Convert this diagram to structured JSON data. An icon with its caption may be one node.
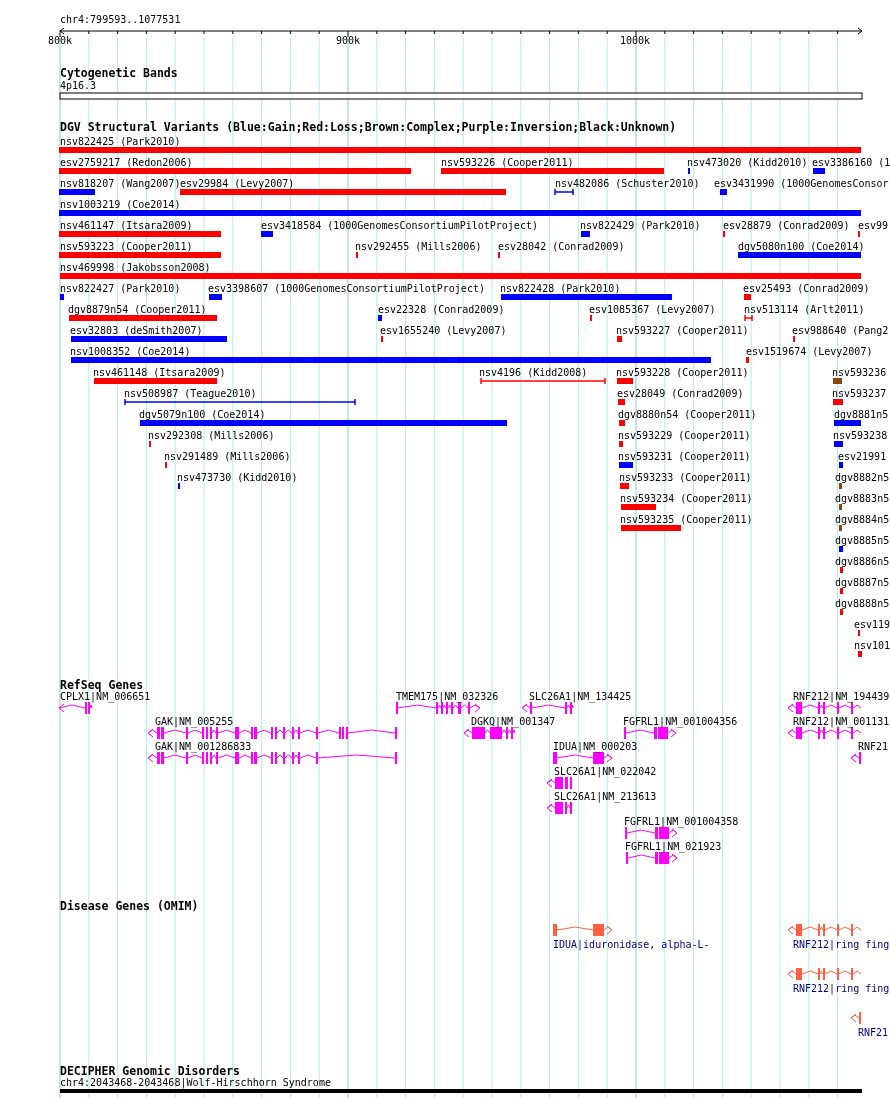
{
  "diagram": {
    "labels": [
      "chr4:799593..1077531",
      "800k",
      "900k",
      "1000k",
      "Cytogenetic Bands",
      "4p16.3",
      "DGV Structural Variants (Blue:Gain;Red:Loss;Brown:Complex;Purple:Inversion;Black:Unknown)",
      "nsv822425 (Park2010)",
      "esv2759217 (Redon2006)",
      "nsv593226 (Cooper2011)",
      "nsv473020 (Kidd2010)",
      "esv3386160 (1",
      "nsv818207 (Wang2007)",
      "esv29984 (Levy2007)",
      "nsv482086 (Schuster2010)",
      "esv3431990 (1000GenomesConsor",
      "nsv1003219 (Coe2014)",
      "nsv461147 (Itsara2009)",
      "esv3418584 (1000GenomesConsortiumPilotProject)",
      "nsv822429 (Park2010)",
      "esv28879 (Conrad2009)",
      "esv99",
      "nsv593223 (Cooper2011)",
      "nsv292455 (Mills2006)",
      "esv28042 (Conrad2009)",
      "dgv5080n100 (Coe2014)",
      "nsv469998 (Jakobsson2008)",
      "nsv822427 (Park2010)",
      "esv3398607 (1000GenomesConsortiumPilotProject)",
      "nsv822428 (Park2010)",
      "esv25493 (Conrad2009)",
      "dgv8879n54 (Cooper2011)",
      "esv22328 (Conrad2009)",
      "esv1085367 (Levy2007)",
      "nsv513114 (Arlt2011)",
      "esv32803 (deSmith2007)",
      "esv1655240 (Levy2007)",
      "nsv593227 (Cooper2011)",
      "esv988640 (Pang2",
      "nsv1008352 (Coe2014)",
      "esv1519674 (Levy2007)",
      "nsv461148 (Itsara2009)",
      "nsv4196 (Kidd2008)",
      "nsv593228 (Cooper2011)",
      "nsv593236",
      "nsv508987 (Teague2010)",
      "esv28049 (Conrad2009)",
      "nsv593237",
      "dgv5079n100 (Coe2014)",
      "dgv8880n54 (Cooper2011)",
      "dgv8881n5",
      "nsv292308 (Mills2006)",
      "nsv593229 (Cooper2011)",
      "nsv593238",
      "nsv291489 (Mills2006)",
      "nsv593231 (Cooper2011)",
      "esv21991",
      "nsv473730 (Kidd2010)",
      "nsv593233 (Cooper2011)",
      "dgv8882n5",
      "nsv593234 (Cooper2011)",
      "dgv8883n5",
      "nsv593235 (Cooper2011)",
      "dgv8884n5",
      "dgv8885n5",
      "dgv8886n5",
      "dgv8887n5",
      "dgv8888n5",
      "esv119",
      "nsv101",
      "RefSeq Genes",
      "CPLX1|NM_006651",
      "TMEM175|NM_032326",
      "SLC26A1|NM_134425",
      "RNF212|NM_194439",
      "GAK|NM_005255",
      "DGKQ|NM_001347",
      "FGFRL1|NM_001004356",
      "RNF212|NM_001131",
      "GAK|NM_001286833",
      "IDUA|NM_000203",
      "RNF21",
      "SLC26A1|NM_022042",
      "SLC26A1|NM_213613",
      "FGFRL1|NM_001004358",
      "FGFRL1|NM_021923",
      "Disease Genes (OMIM)",
      "IDUA|iduronidase, alpha-L-",
      "RNF212|ring fing",
      "RNF212|ring fing",
      "RNF21",
      "DECIPHER Genomic Disorders",
      "chr4:2043468-2043468|Wolf-Hirschhorn Syndrome"
    ]
  }
}
